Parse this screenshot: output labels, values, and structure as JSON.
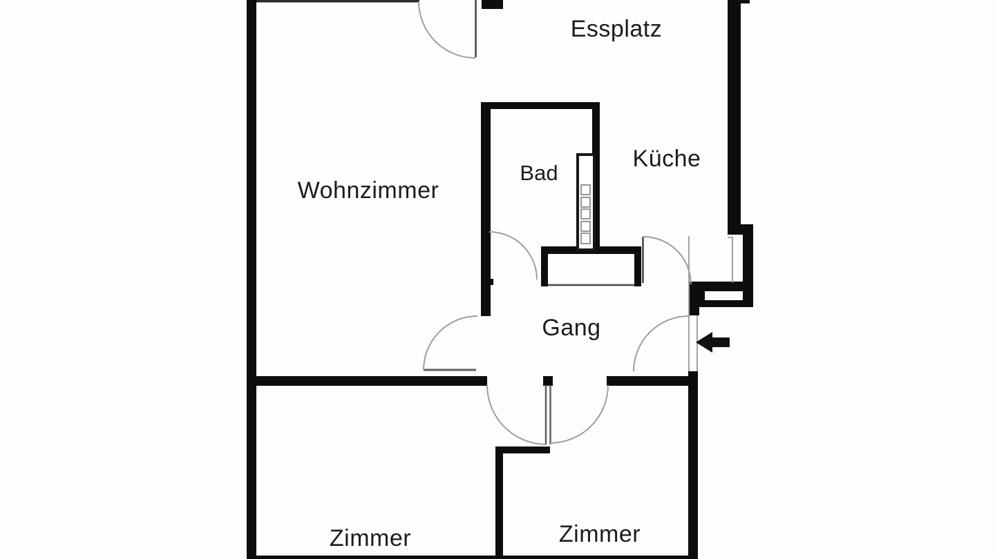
{
  "floorplan": {
    "type": "apartment-floor-plan",
    "labels": {
      "essplatz": "Essplatz",
      "wohnzimmer": "Wohnzimmer",
      "bad": "Bad",
      "kueche": "Küche",
      "gang": "Gang",
      "zimmer_left": "Zimmer",
      "zimmer_right": "Zimmer"
    },
    "colors": {
      "wall": "#0d0d0d",
      "wall_edge": "#2b2b2b",
      "door_arc": "#9e9e9e",
      "door_leaf": "#5f5f5f",
      "thin_line": "#8a8a8a",
      "shaft_cell": "#979797",
      "text": "#1c1c1c",
      "background": "#fdfdfd",
      "room_fill": "#ffffff"
    }
  }
}
